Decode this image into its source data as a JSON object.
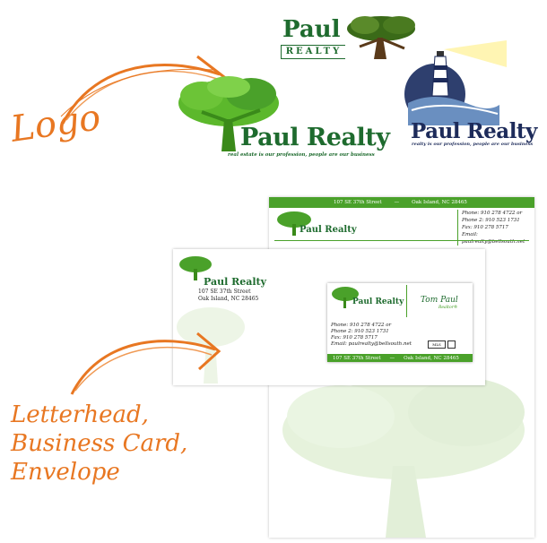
{
  "labels": {
    "logo": "Logo",
    "bottom_line1": "Letterhead,",
    "bottom_line2": "Business Card,",
    "bottom_line3": "Envelope"
  },
  "logo_main": {
    "name": "Paul Realty",
    "tagline": "real estate is our profession, people are our business"
  },
  "logo_alt1": {
    "name": "Paul",
    "sub": "REALTY"
  },
  "logo_alt2": {
    "name": "Paul Realty",
    "tagline": "realty is our profession, people are our business"
  },
  "letterhead": {
    "address_bar": "107 SE 37th Street",
    "city_bar": "Oak Island, NC  28465",
    "phone": "Phone: 910 278 4722 or",
    "phone2": "Phone 2: 910 523 1731",
    "fax": "Fax: 910 278 5717",
    "email": "Email: paulrealty@bellsouth.net",
    "logo_name": "Paul Realty"
  },
  "envelope": {
    "logo_name": "Paul Realty",
    "address1": "107 SE 37th Street",
    "address2": "Oak Island, NC  28465"
  },
  "business_card": {
    "logo_name": "Paul Realty",
    "person": "Tom Paul",
    "title": "Realtor®",
    "phone": "Phone: 910 278 4722 or",
    "phone2": "Phone 2: 910 523 1731",
    "fax": "Fax: 910 278 5717",
    "email": "Email: paulrealty@bellsouth.net",
    "address_bar": "107 SE 37th Street",
    "city_bar": "Oak Island, NC  28465"
  },
  "colors": {
    "accent": "#e87722",
    "green": "#3a9a1a",
    "dark_green": "#1e6b2e",
    "navy": "#1d2b5a"
  }
}
